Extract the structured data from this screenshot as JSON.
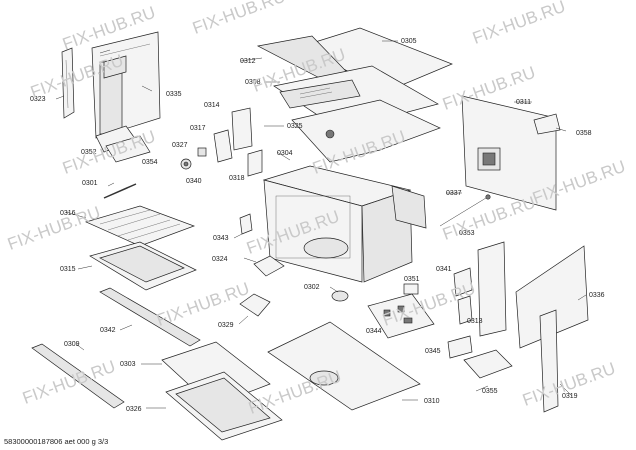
{
  "watermark_text": "FIX-HUB.RU",
  "footer_text": "58300000187806 aet 000 g 3/3",
  "callouts": {
    "c0305": "0305",
    "c0312": "0312",
    "c0308": "0308",
    "c0323": "0323",
    "c0335": "0335",
    "c0314": "0314",
    "c0317": "0317",
    "c0327": "0327",
    "c0325": "0325",
    "c0311": "0311",
    "c0358": "0358",
    "c0352": "0352",
    "c0354": "0354",
    "c0304": "0304",
    "c0318": "0318",
    "c0340": "0340",
    "c0301": "0301",
    "c0337": "0337",
    "c0316": "0316",
    "c0343": "0343",
    "c0353": "0353",
    "c0315": "0315",
    "c0324": "0324",
    "c0341": "0341",
    "c0351": "0351",
    "c0336": "0336",
    "c0302": "0302",
    "c0329": "0329",
    "c0342": "0342",
    "c0344": "0344",
    "c0313": "0313",
    "c0309": "0309",
    "c0345": "0345",
    "c0303": "0303",
    "c0355": "0355",
    "c0310": "0310",
    "c0326": "0326",
    "c0319": "0319"
  }
}
